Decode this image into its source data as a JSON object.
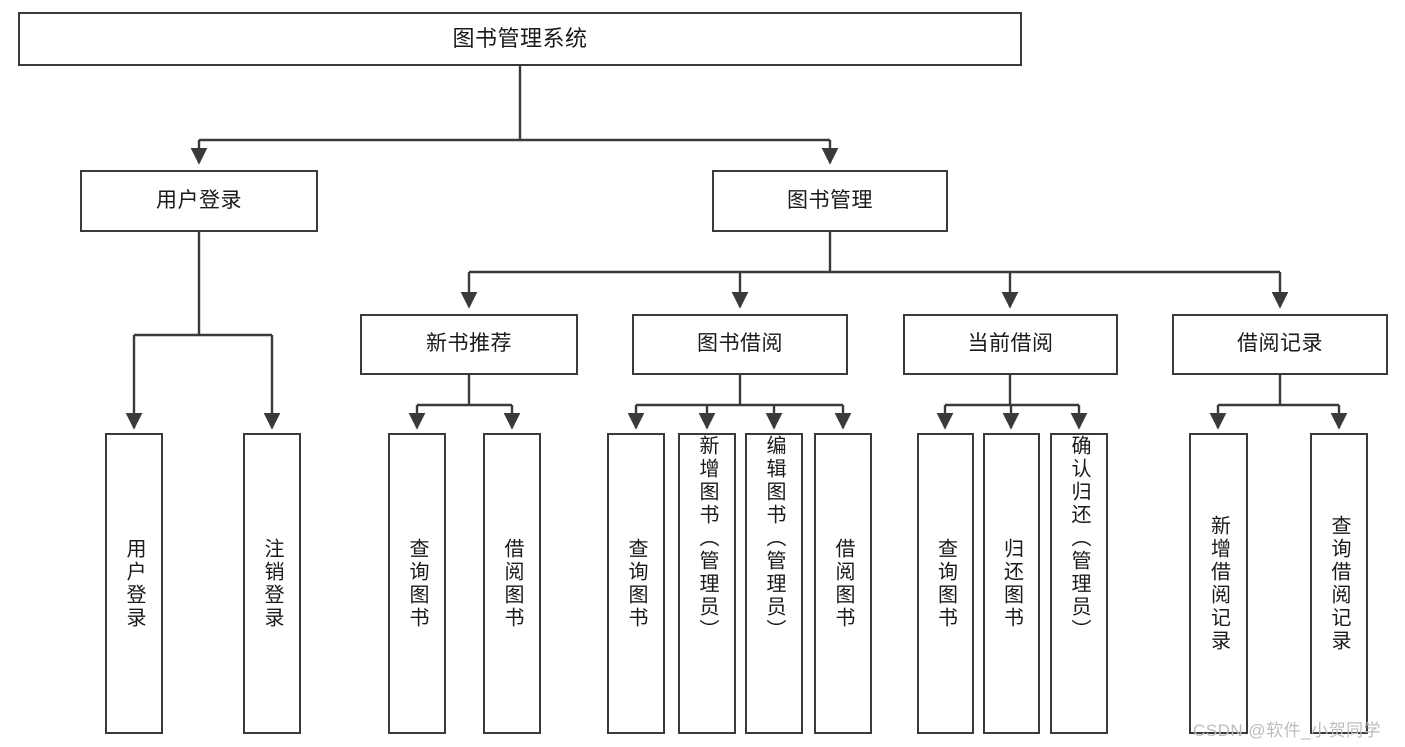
{
  "diagram": {
    "type": "tree",
    "title": "图书管理系统",
    "watermark": "CSDN @软件_小贺同学",
    "colors": {
      "box_border": "#3a3a3a",
      "box_fill": "#ffffff",
      "edge": "#3a3a3a",
      "text": "#1a1a1a",
      "watermark": "#bdbdbd"
    },
    "nodes": {
      "root": {
        "label": "图书管理系统"
      },
      "level2": [
        {
          "id": "user-login",
          "label": "用户登录"
        },
        {
          "id": "book-manage",
          "label": "图书管理"
        }
      ],
      "level3": [
        {
          "id": "new-book-rec",
          "label": "新书推荐"
        },
        {
          "id": "book-borrow",
          "label": "图书借阅"
        },
        {
          "id": "current-borrow",
          "label": "当前借阅"
        },
        {
          "id": "borrow-record",
          "label": "借阅记录"
        }
      ],
      "leaves": [
        {
          "id": "leaf-user-login",
          "label": "用户登录",
          "parent": "user-login"
        },
        {
          "id": "leaf-user-logout",
          "label": "注销登录",
          "parent": "user-login"
        },
        {
          "id": "leaf-query-book-1",
          "label": "查询图书",
          "parent": "new-book-rec"
        },
        {
          "id": "leaf-borrow-book-1",
          "label": "借阅图书",
          "parent": "new-book-rec"
        },
        {
          "id": "leaf-query-book-2",
          "label": "查询图书",
          "parent": "book-borrow"
        },
        {
          "id": "leaf-add-book",
          "label": "新增图书（管理员）",
          "parent": "book-borrow"
        },
        {
          "id": "leaf-edit-book",
          "label": "编辑图书（管理员）",
          "parent": "book-borrow"
        },
        {
          "id": "leaf-borrow-book-2",
          "label": "借阅图书",
          "parent": "book-borrow"
        },
        {
          "id": "leaf-query-book-3",
          "label": "查询图书",
          "parent": "current-borrow"
        },
        {
          "id": "leaf-return-book",
          "label": "归还图书",
          "parent": "current-borrow"
        },
        {
          "id": "leaf-confirm-return",
          "label": "确认归还（管理员）",
          "parent": "current-borrow"
        },
        {
          "id": "leaf-add-record",
          "label": "新增借阅记录",
          "parent": "borrow-record"
        },
        {
          "id": "leaf-query-record",
          "label": "查询借阅记录",
          "parent": "borrow-record"
        }
      ]
    }
  }
}
